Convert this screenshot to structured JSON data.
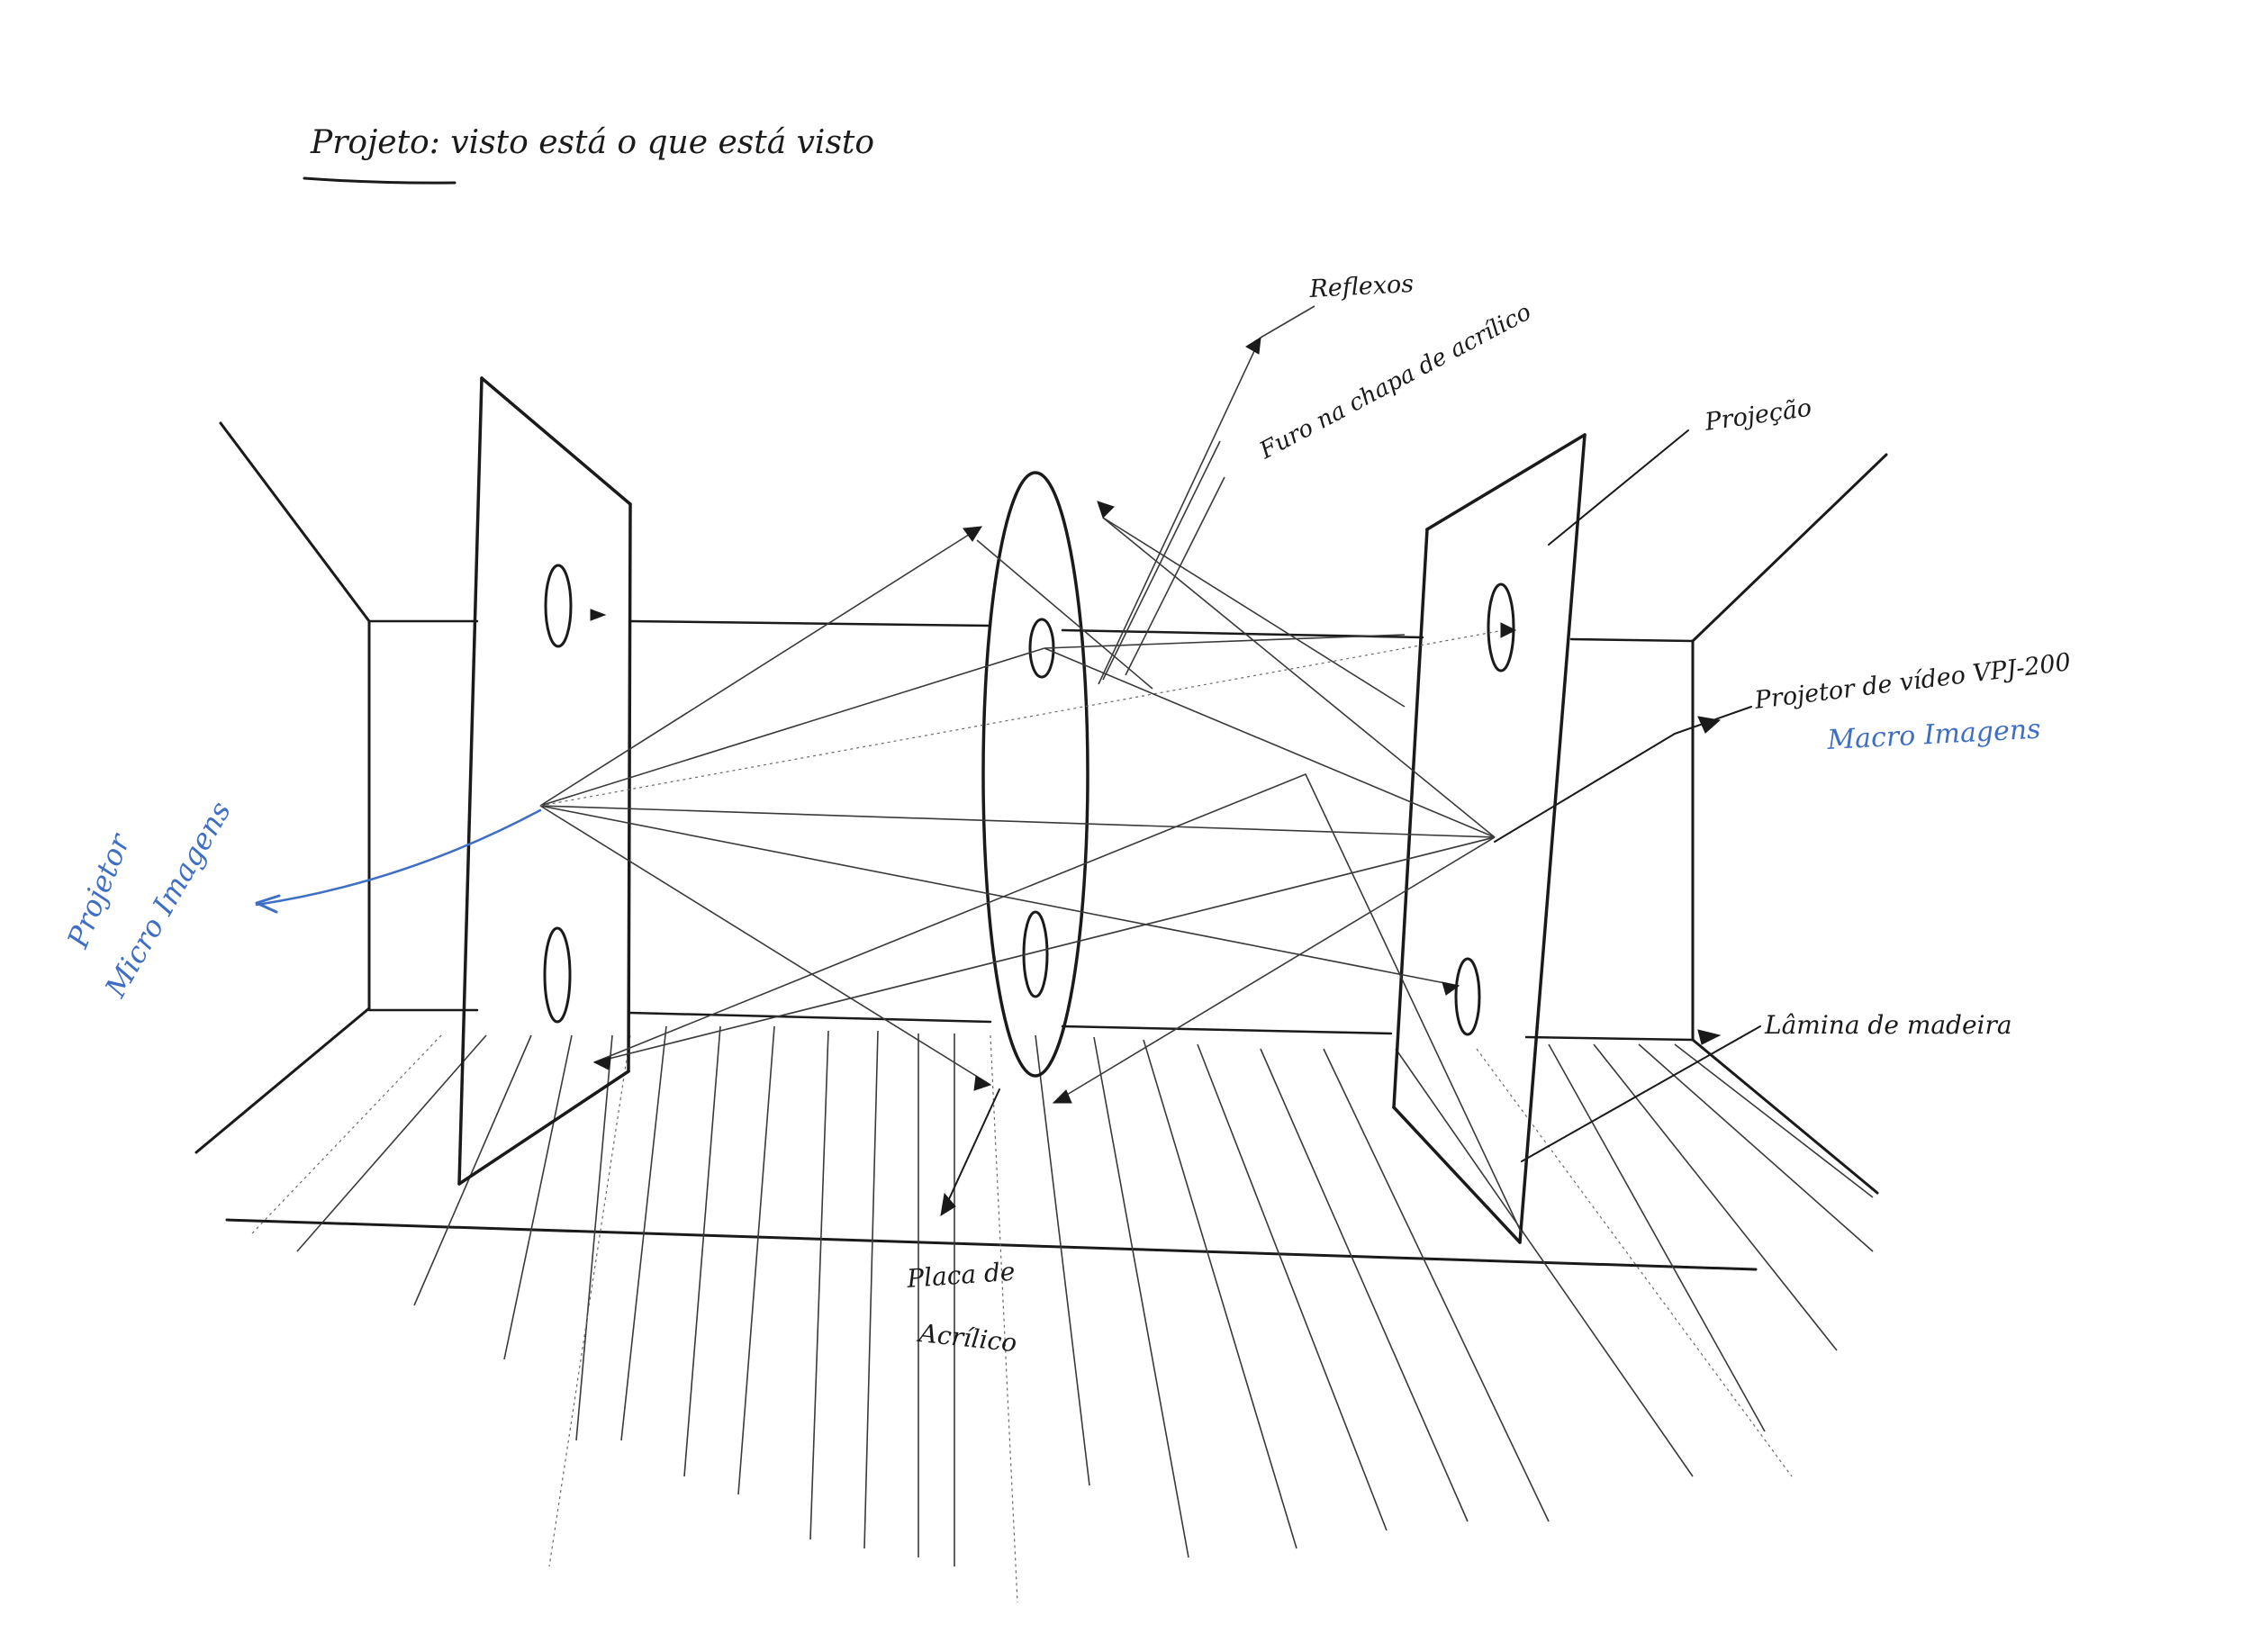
{
  "title": "Projeto: visto está o que está visto",
  "labels": {
    "reflexos": "Reflexos",
    "furo": "Furo na chapa de acrílico",
    "projecao": "Projeção",
    "projetor_video": "Projetor de vídeo VPJ-200",
    "macro_imagens": "Macro Imagens",
    "projetor_micro_line1": "Projetor",
    "projetor_micro_line2": "Micro Imagens",
    "lamina": "Lâmina de madeira",
    "placa_line1": "Placa de",
    "placa_line2": "Acrílico"
  },
  "colors": {
    "ink": "#1a1a1a",
    "blue_ink": "#3f6fc4",
    "paper": "#ffffff"
  }
}
